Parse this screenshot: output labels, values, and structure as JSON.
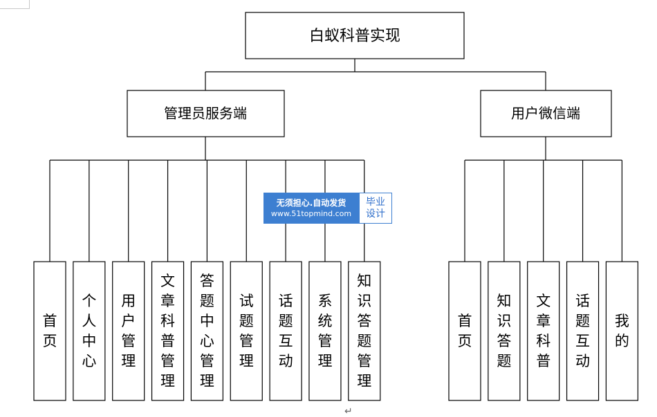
{
  "root": {
    "label": "白蚁科普实现"
  },
  "branches": [
    {
      "label": "管理员服务端",
      "leaves": [
        "首页",
        "个人中心",
        "用户管理",
        "文章科普管理",
        "答题中心管理",
        "试题管理",
        "话题互动",
        "系统管理",
        "知识答题管理"
      ]
    },
    {
      "label": "用户微信端",
      "leaves": [
        "首页",
        "知识答题",
        "文章科普",
        "话题互动",
        "我的"
      ]
    }
  ],
  "watermark": {
    "line1": "无须担心.自动发货",
    "line2": "www.51topmind.com",
    "line3": "毕业",
    "line4": "设计"
  },
  "colors": {
    "watermark_blue": "#3d7fd1",
    "stroke": "#000000"
  }
}
